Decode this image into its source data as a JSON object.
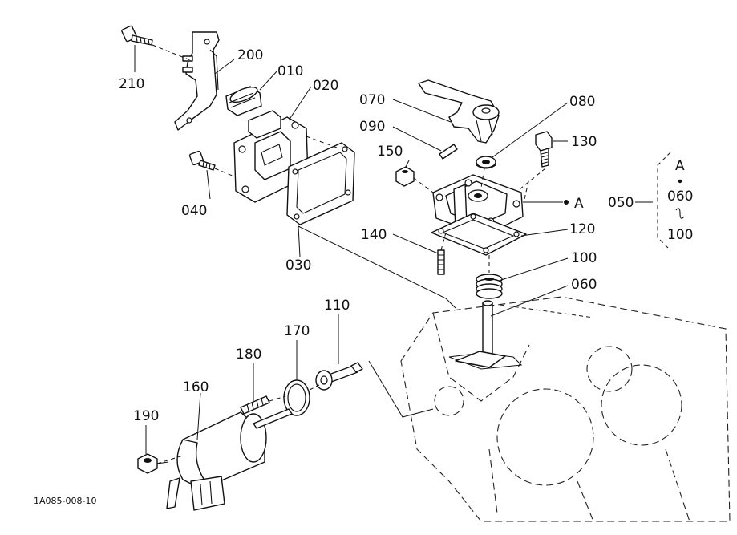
{
  "labels": {
    "p210": "210",
    "p200": "200",
    "p010": "010",
    "p020": "020",
    "p040": "040",
    "p030": "030",
    "p070": "070",
    "p080": "080",
    "p090": "090",
    "p130": "130",
    "p150": "150",
    "pA": "A",
    "p120": "120",
    "p140": "140",
    "p100": "100",
    "p060": "060",
    "p110": "110",
    "p170": "170",
    "p180": "180",
    "p160": "160",
    "p190": "190"
  },
  "kit": {
    "number": "050",
    "line1": "A",
    "line2": "060",
    "line3": "100"
  },
  "figure_code": "1A085-008-10"
}
